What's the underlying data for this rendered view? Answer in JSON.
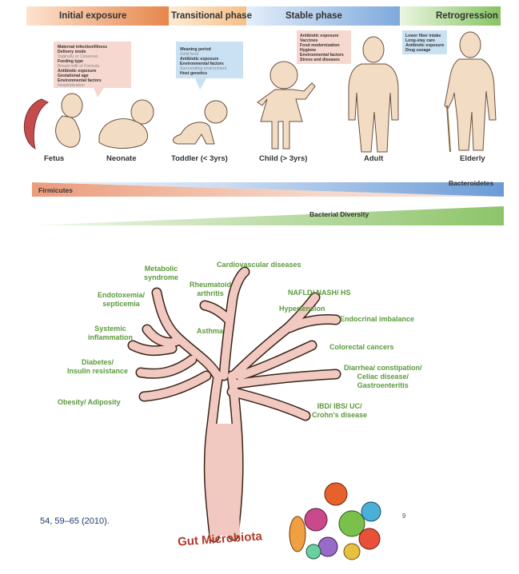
{
  "phases": {
    "initial": "Initial exposure",
    "transitional": "Transitional phase",
    "stable": "Stable phase",
    "retrogression": "Retrogression"
  },
  "notes": {
    "neonate": [
      "Maternal infection/illness",
      "Delivery mode",
      "Vaginally or Cesarean",
      "Feeding type",
      "Breast milk or Formula",
      "Antibiotic exposure",
      "Gestational age",
      "Environmental factors",
      "Hospitalization"
    ],
    "toddler": [
      "Weaning period",
      "Solid food",
      "Antibiotic exposure",
      "Environmental factors",
      "Surrounding environment",
      "Host genetics"
    ],
    "child": [
      "Antibiotic exposure",
      "Vaccines",
      "Food modernization",
      "Hygiene",
      "Environmental factors",
      "Stress and diseases"
    ],
    "elderly": [
      "Lower fiber intake",
      "Long-stay care",
      "Antibiotic exposure",
      "Drug useage"
    ]
  },
  "stages": {
    "fetus": "Fetus",
    "neonate": "Neonate",
    "toddler": "Toddler (< 3yrs)",
    "child": "Child (> 3yrs)",
    "adult": "Adult",
    "elderly": "Elderly"
  },
  "bars": {
    "firmicutes": "Firmicutes",
    "bacteroidetes": "Bacteroidetes",
    "diversity": "Bacterial Diversity"
  },
  "diseases": {
    "metabolic": "Metabolic\nsyndrome",
    "cardio": "Cardiovascular diseases",
    "endotox": "Endotoxemia/\nsepticemia",
    "rheum": "Rheumatoid\narthritis",
    "nafld": "NAFLD/ NASH/ HS",
    "hypert": "Hypertension",
    "systemic": "Systemic\ninflammation",
    "asthma": "Asthma",
    "endocrine": "Endocrinal imbalance",
    "colorectal": "Colorectal cancers",
    "diabetes": "Diabetes/\nInsulin resistance",
    "diarrhea": "Diarrhea/ constipation/\nCeliac disease/\nGastroenteritis",
    "obesity": "Obesity/ Adiposity",
    "ibd": "IBD/ IBS/ UC/\nCrohn's disease"
  },
  "tree_label": "Gut Microbiota",
  "citation": "54, 59–65 (2010).",
  "slide_number": "9",
  "colors": {
    "initial": "#e8925a",
    "transitional": "#f7c99e",
    "stable": "#8fb6e3",
    "retrogression": "#8cc96b",
    "disease_text": "#5a9a3a",
    "trunk": "#f2c9c0"
  }
}
